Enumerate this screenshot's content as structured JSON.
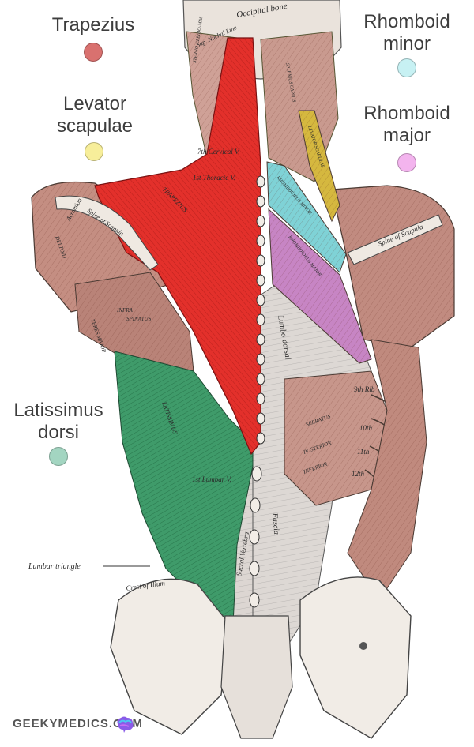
{
  "legend": [
    {
      "key": "trapezius",
      "label": "Trapezius",
      "color": "#d9716f"
    },
    {
      "key": "levator",
      "label": "Levator\nscapulae",
      "color": "#f7ee9a"
    },
    {
      "key": "rhomboid_minor",
      "label": "Rhomboid\nminor",
      "color": "#c7f1f3"
    },
    {
      "key": "rhomboid_major",
      "label": "Rhomboid\nmajor",
      "color": "#f3b4ee"
    },
    {
      "key": "latissimus",
      "label": "Latissimus\ndorsi",
      "color": "#a3d5c1"
    }
  ],
  "annotations": {
    "occipital_bone": "Occipital bone",
    "sup_nuchal_line": "Sup. Nuchal Line",
    "cervical": "7th Cervical V.",
    "thoracic": "1st Thoracic V.",
    "acromion": "Acromion",
    "spine_scapula_left": "Spine of Scapula",
    "spine_scapula_right": "Spine of Scapula",
    "lumbar_v": "1st Lumbar V.",
    "lumbar_triangle": "Lumbar triangle",
    "crest_ilium": "Crest of Ilium",
    "sacral": "Sacral Vertebra",
    "lumbodorsal": "Lumbo-dorsal",
    "fascia": "Fascia",
    "rib9": "9th Rib",
    "rib10": "10th",
    "rib11": "11th",
    "rib12": "12th",
    "serratus": "SERRATUS",
    "posterior": "POSTERIOR",
    "inferior": "INFERIOR",
    "rhomboideus_minor": "RHOMBOIDEUS MINOR",
    "rhomboideus_major": "RHOMBOIDEUS MAJOR",
    "levator_sc": "LEVATOR SCAPULAE",
    "splenius": "SPLENIUS CAPITIS",
    "sterno": "STERNO-CLEIDO-MAS",
    "infra": "INFRA",
    "spinatus": "SPINATUS",
    "teres": "TERES MAJOR",
    "deltoid": "DELTOID",
    "latissimus_txt": "LATISSIMUS",
    "trapezius_txt": "TRAPEZIUS"
  },
  "brand": {
    "text": "GEEKYMEDICS.COM"
  },
  "icons": {
    "brand": "brain-icon"
  }
}
